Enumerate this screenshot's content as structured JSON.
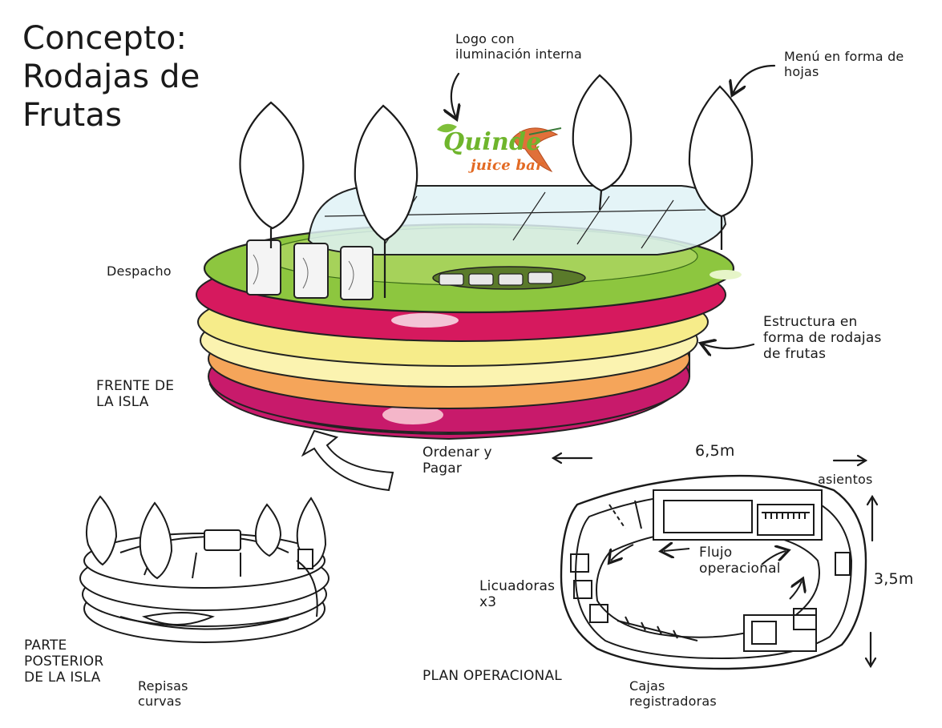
{
  "title": "Concepto:\nRodajas de\nFrutas",
  "labels": {
    "logo": "Logo con\niluminación interna",
    "menu": "Menú en forma de\nhojas",
    "despacho": "Despacho",
    "estructura": "Estructura en\nforma de rodajas\nde frutas",
    "frente": "FRENTE DE\nLA ISLA",
    "ordenar": "Ordenar y\nPagar",
    "ancho": "6,5m",
    "asientos": "asientos",
    "alto": "3,5m",
    "flujo": "Flujo\noperacional",
    "licuadoras": "Licuadoras\nx3",
    "parte": "PARTE\nPOSTERIOR\nDE LA ISLA",
    "repisas": "Repisas\ncurvas",
    "plan": "PLAN OPERACIONAL",
    "cajas": "Cajas\nregistradoras"
  },
  "logo": {
    "brand": "Quinde",
    "sub": "juice bar"
  },
  "colors": {
    "green": "#8dc63f",
    "crimson": "#d6195e",
    "yellow": "#f6ec8a",
    "orange": "#f5a55a",
    "magenta": "#c81a6b",
    "glass": "#dff2f6",
    "ink": "#1a1a1a"
  }
}
